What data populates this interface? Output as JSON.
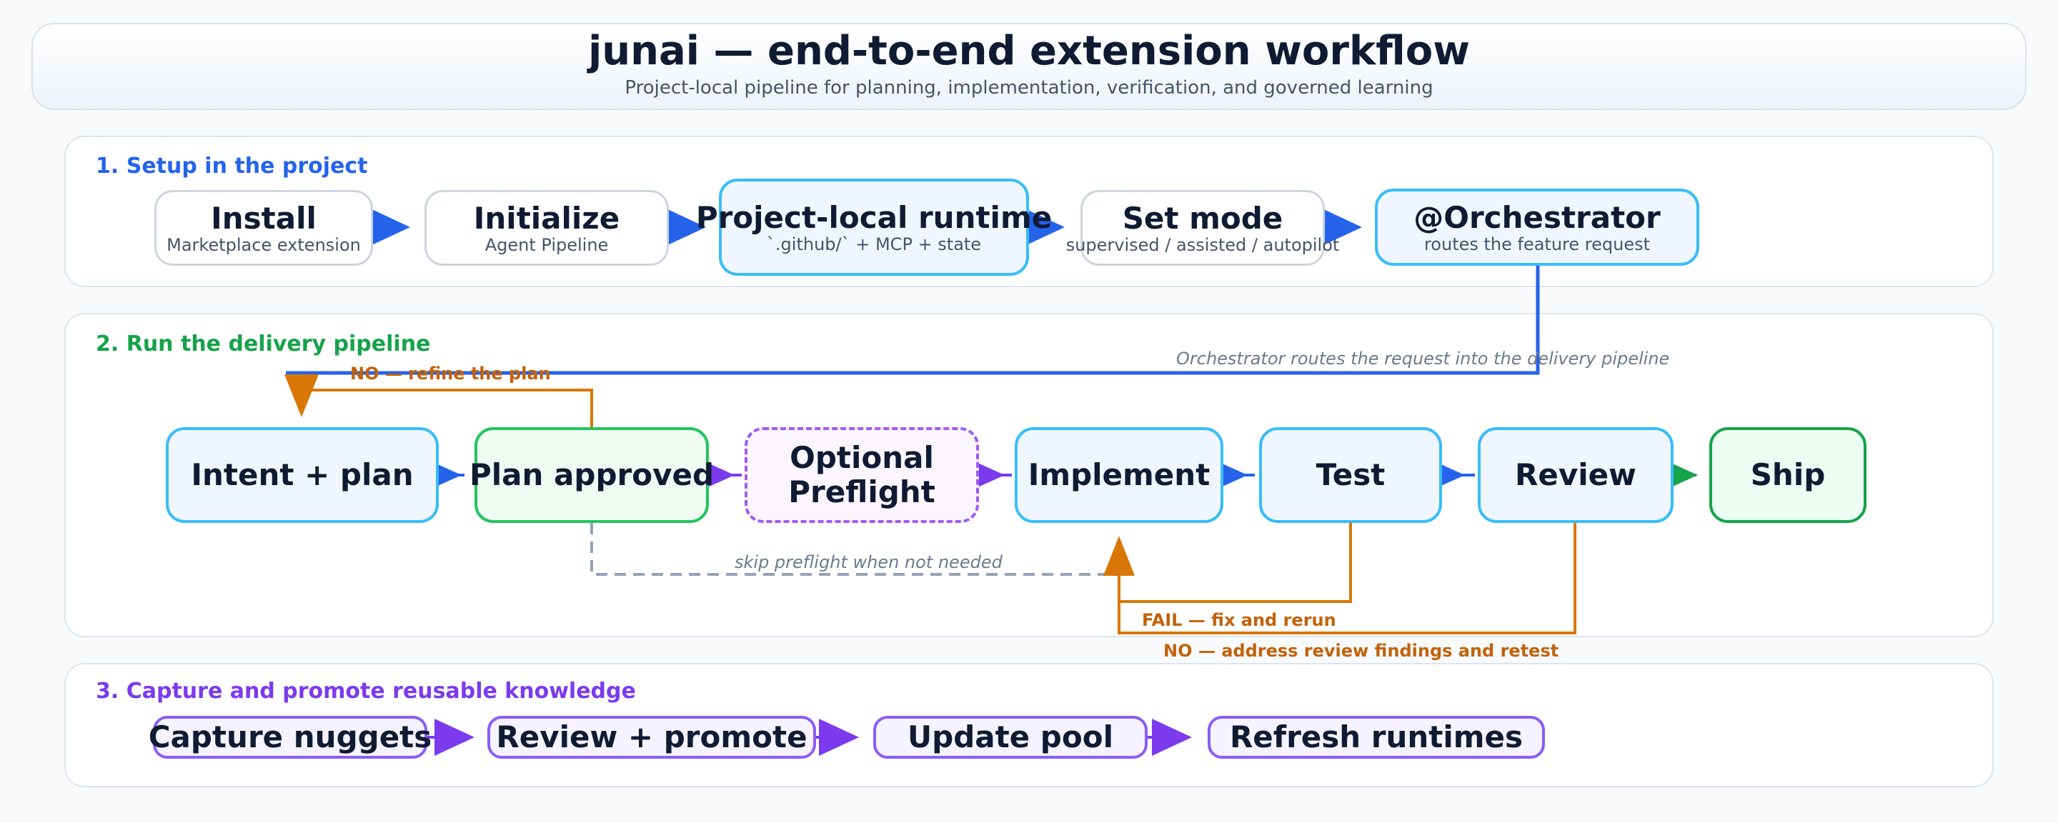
{
  "header": {
    "title": "junai — end-to-end extension workflow",
    "subtitle": "Project-local pipeline for planning, implementation, verification, and governed learning"
  },
  "colors": {
    "setup": "#2563eb",
    "delivery": "#16a34a",
    "knowledge": "#7c3aed",
    "loop": "#d97706"
  },
  "sections": {
    "setup": {
      "title": "1. Setup in the project",
      "nodes": [
        {
          "title": "Install",
          "subtitle": "Marketplace extension"
        },
        {
          "title": "Initialize",
          "subtitle": "Agent Pipeline"
        },
        {
          "title": "Project-local runtime",
          "subtitle": "`.github/` + MCP + state"
        },
        {
          "title": "Set mode",
          "subtitle": "supervised / assisted / autopilot"
        },
        {
          "title": "@Orchestrator",
          "subtitle": "routes the feature request"
        }
      ]
    },
    "delivery": {
      "title": "2. Run the delivery pipeline",
      "nodes": [
        {
          "title": "Intent + plan"
        },
        {
          "title": "Plan approved"
        },
        {
          "title": "Optional Preflight",
          "line1": "Optional",
          "line2": "Preflight"
        },
        {
          "title": "Implement"
        },
        {
          "title": "Test"
        },
        {
          "title": "Review"
        },
        {
          "title": "Ship"
        }
      ],
      "edge_labels": {
        "route": "Orchestrator routes the request into the delivery pipeline",
        "refine": "NO — refine the plan",
        "skip": "skip preflight when not needed",
        "fail": "FAIL — fix and rerun",
        "review_no": "NO — address review findings and retest"
      }
    },
    "knowledge": {
      "title": "3. Capture and promote reusable knowledge",
      "nodes": [
        {
          "title": "Capture nuggets"
        },
        {
          "title": "Review + promote"
        },
        {
          "title": "Update pool"
        },
        {
          "title": "Refresh runtimes"
        }
      ]
    }
  }
}
